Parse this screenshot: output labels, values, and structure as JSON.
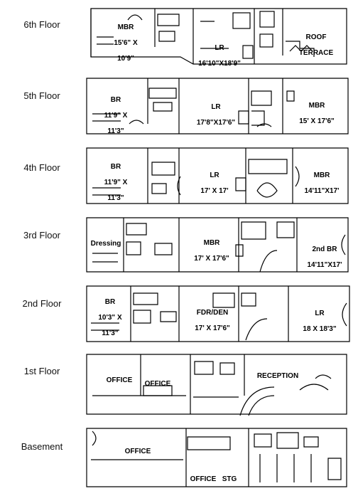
{
  "floors": [
    {
      "label": "6th Floor",
      "rooms": [
        {
          "name": "MBR",
          "dims": [
            "15'6\" X",
            "10'9\""
          ]
        },
        {
          "name": "LR",
          "dims": [
            "16'10\"X18'9\""
          ]
        },
        {
          "name": "ROOF",
          "dims": [
            "TERRACE"
          ]
        }
      ]
    },
    {
      "label": "5th Floor",
      "rooms": [
        {
          "name": "BR",
          "dims": [
            "11'9\" X",
            "11'3\""
          ]
        },
        {
          "name": "LR",
          "dims": [
            "17'8\"X17'6\""
          ]
        },
        {
          "name": "MBR",
          "dims": [
            "15' X 17'6\""
          ]
        }
      ]
    },
    {
      "label": "4th Floor",
      "rooms": [
        {
          "name": "BR",
          "dims": [
            "11'9\" X",
            "11'3\""
          ]
        },
        {
          "name": "LR",
          "dims": [
            "17' X 17'"
          ]
        },
        {
          "name": "MBR",
          "dims": [
            "14'11\"X17'"
          ]
        }
      ]
    },
    {
      "label": "3rd Floor",
      "rooms": [
        {
          "name": "Dressing",
          "dims": []
        },
        {
          "name": "MBR",
          "dims": [
            "17' X 17'6\""
          ]
        },
        {
          "name": "2nd BR",
          "dims": [
            "14'11\"X17'"
          ]
        }
      ]
    },
    {
      "label": "2nd Floor",
      "rooms": [
        {
          "name": "BR",
          "dims": [
            "10'3\" X",
            "11'3\""
          ]
        },
        {
          "name": "FDR/DEN",
          "dims": [
            "17' X 17'6\""
          ]
        },
        {
          "name": "LR",
          "dims": [
            "18 X 18'3\""
          ]
        }
      ]
    },
    {
      "label": "1st Floor",
      "rooms": [
        {
          "name": "OFFICE",
          "dims": []
        },
        {
          "name": "OFFICE",
          "dims": []
        },
        {
          "name": "RECEPTION",
          "dims": []
        }
      ]
    },
    {
      "label": "Basement",
      "rooms": [
        {
          "name": "OFFICE",
          "dims": []
        },
        {
          "name": "OFFICE",
          "dims": []
        },
        {
          "name": "STG",
          "dims": []
        }
      ]
    }
  ]
}
